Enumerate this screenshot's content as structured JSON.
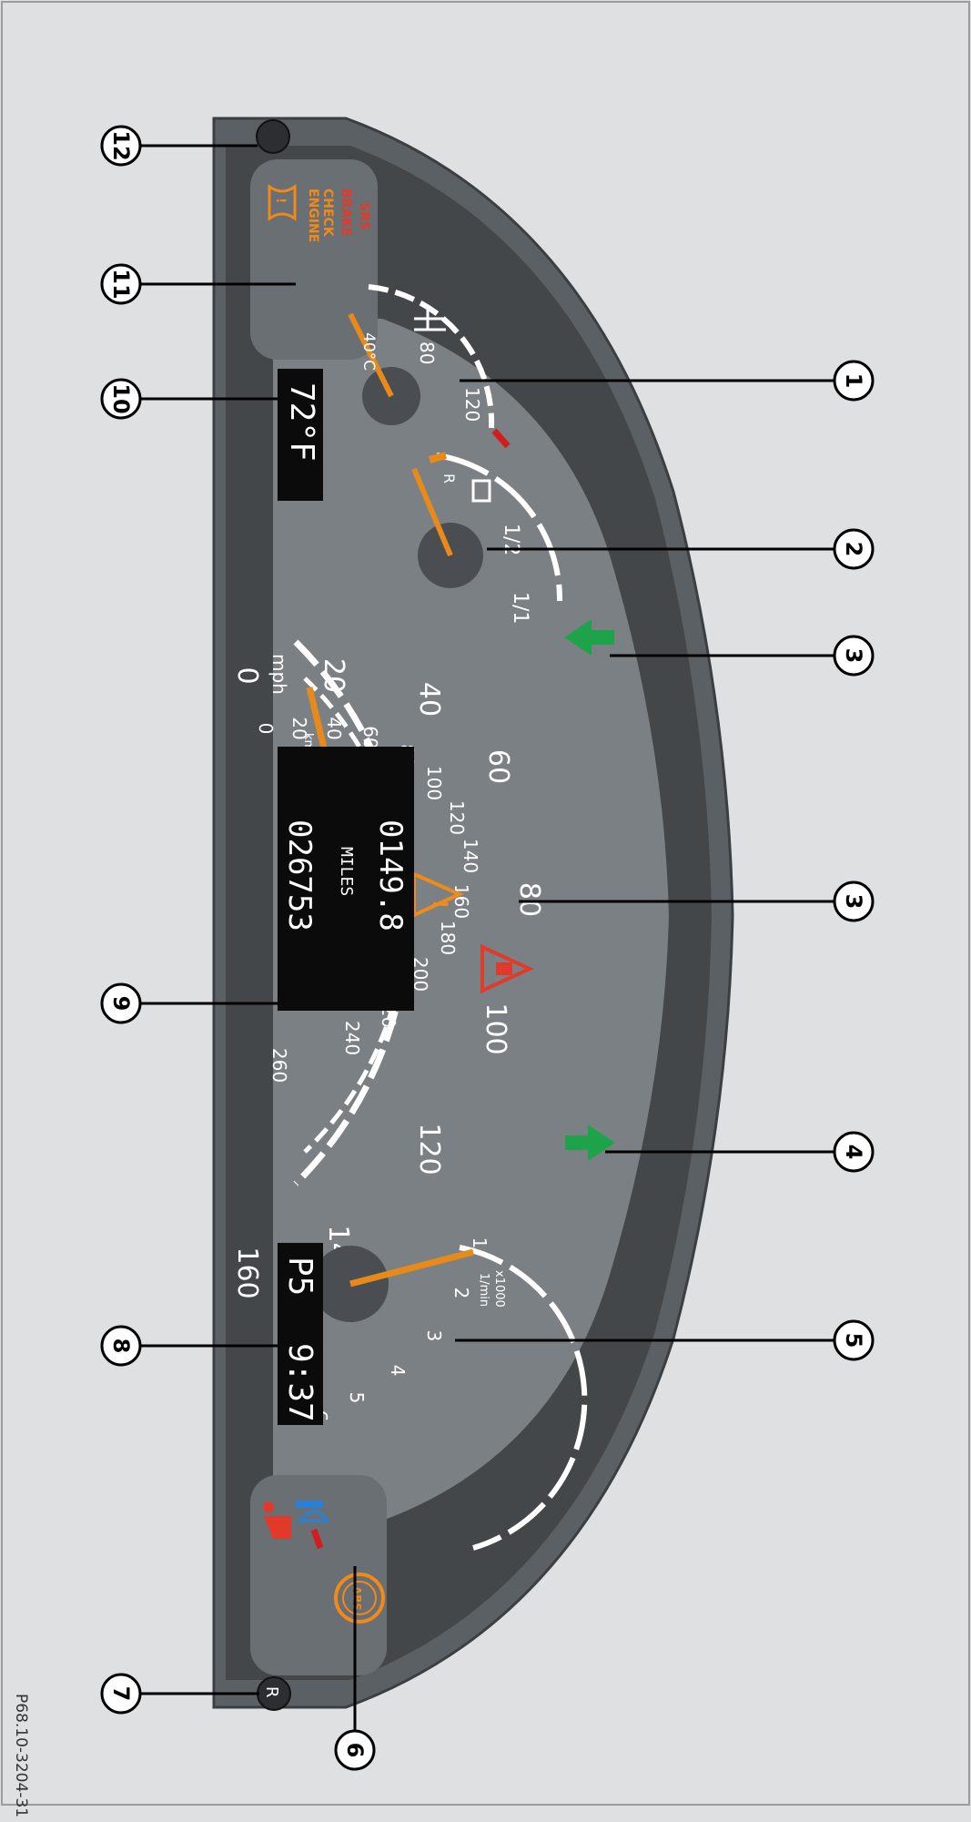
{
  "figure_code": "P68.10-3204-31",
  "callouts": [
    "1",
    "2",
    "3",
    "3",
    "4",
    "5",
    "6",
    "7",
    "8",
    "9",
    "10",
    "11",
    "12"
  ],
  "temp": {
    "ticks": [
      "40°C",
      "80",
      "120"
    ]
  },
  "fuel": {
    "ticks": [
      "R",
      "1/2",
      "1/1"
    ]
  },
  "speedo": {
    "mph_unit": "mph",
    "kmh_unit": "km/h",
    "mph_ticks": [
      "0",
      "20",
      "40",
      "60",
      "80",
      "100",
      "120",
      "140",
      "160"
    ],
    "kmh_ticks": [
      "0",
      "20",
      "40",
      "60",
      "80",
      "100",
      "120",
      "140",
      "160",
      "180",
      "200",
      "220",
      "240",
      "260"
    ]
  },
  "tacho": {
    "unit_top": "x1000",
    "unit_bottom": "1/min",
    "ticks": [
      "1",
      "2",
      "3",
      "4",
      "5",
      "6"
    ]
  },
  "displays": {
    "outside_temp": "72°F",
    "trip": "0149.8",
    "miles_label": "MILES",
    "odometer": "026753",
    "gear": "P5",
    "clock": "9:37"
  },
  "warning_lamps": {
    "srs": "SRS",
    "brake": "BRAKE",
    "check": "CHECK",
    "engine": "ENGINE",
    "abs": "ABS"
  },
  "reset_button": "R",
  "colors": {
    "cluster_face": "#7a7f83",
    "needle": "#e88a1a",
    "green_arrow": "#1fa34a",
    "red_mark": "#d11d1d",
    "orange_text": "#f08a1a",
    "red_text": "#e23a2a",
    "blue_lamp": "#2a7fd6"
  }
}
